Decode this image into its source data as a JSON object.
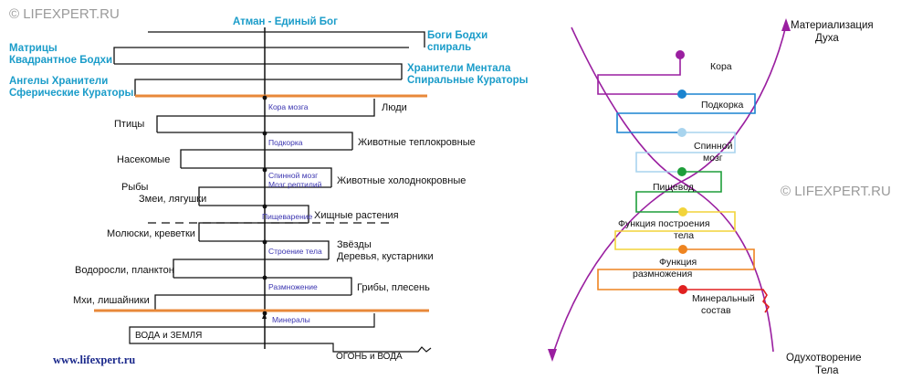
{
  "watermark_left": "© LIFEXPERT.RU",
  "watermark_right": "© LIFEXPERT.RU",
  "website": "www.lifexpert.ru",
  "left": {
    "top_title": "Атман - Единый Бог",
    "blue_labels": {
      "gods_line1": "Боги Бодхи",
      "gods_line2": "спираль",
      "matrices_line1": "Матрицы",
      "matrices_line2": "Квадрантное Бодхи",
      "keepers_line1": "Хранители Ментала",
      "keepers_line2": "Спиральные Кураторы",
      "angels_line1": "Ангелы Хранители",
      "angels_line2": "Сферические Кураторы"
    },
    "center_labels": {
      "cortex": "Кора мозга",
      "subcortex": "Подкорка",
      "spinal_line1": "Спинной мозг",
      "spinal_line2": "Мозг рептилий",
      "digestion": "Пищеварение",
      "body_structure": "Строение тела",
      "reproduction": "Размножение",
      "minerals": "Минералы"
    },
    "side_labels": {
      "people": "Люди",
      "birds": "Птицы",
      "warm_blooded": "Животные теплокровные",
      "insects": "Насекомые",
      "fish": "Рыбы",
      "snakes": "Змеи, лягушки",
      "cold_blooded": "Животные холоднокровные",
      "predatory_plants": "Хищные растения",
      "mollusks": "Молюски, креветки",
      "stars": "Звёзды",
      "trees": "Деревья, кустарники",
      "algae": "Водоросли, планктон",
      "fungi": "Грибы, плесень",
      "mosses": "Мхи, лишайники",
      "water_earth": "ВОДА и ЗЕМЛЯ",
      "fire_water": "ОГОНЬ и ВОДА"
    }
  },
  "right": {
    "top_label_line1": "Материализация",
    "top_label_line2": "Духа",
    "bottom_label_line1": "Одухотворение",
    "bottom_label_line2": "Тела",
    "levels": {
      "cortex": "Кора",
      "subcortex": "Подкорка",
      "spinal_line1": "Спинной",
      "spinal_line2": "мозг",
      "esophagus": "Пищевод",
      "build_line1": "Функция построения",
      "build_line2": "тела",
      "repro_line1": "Функция",
      "repro_line2": "размножения",
      "mineral_line1": "Минеральный",
      "mineral_line2": "состав"
    },
    "colors": {
      "purple": "#9a1fa0",
      "blue": "#1a84d0",
      "lightblue": "#a8d4ee",
      "green": "#1e9e3a",
      "yellow": "#f2d43a",
      "orange": "#ee8420",
      "red": "#e02020"
    }
  },
  "colors": {
    "orange_line": "#e8883a",
    "blue_text": "#1a9cc9",
    "purple_text": "#3b35b0"
  }
}
